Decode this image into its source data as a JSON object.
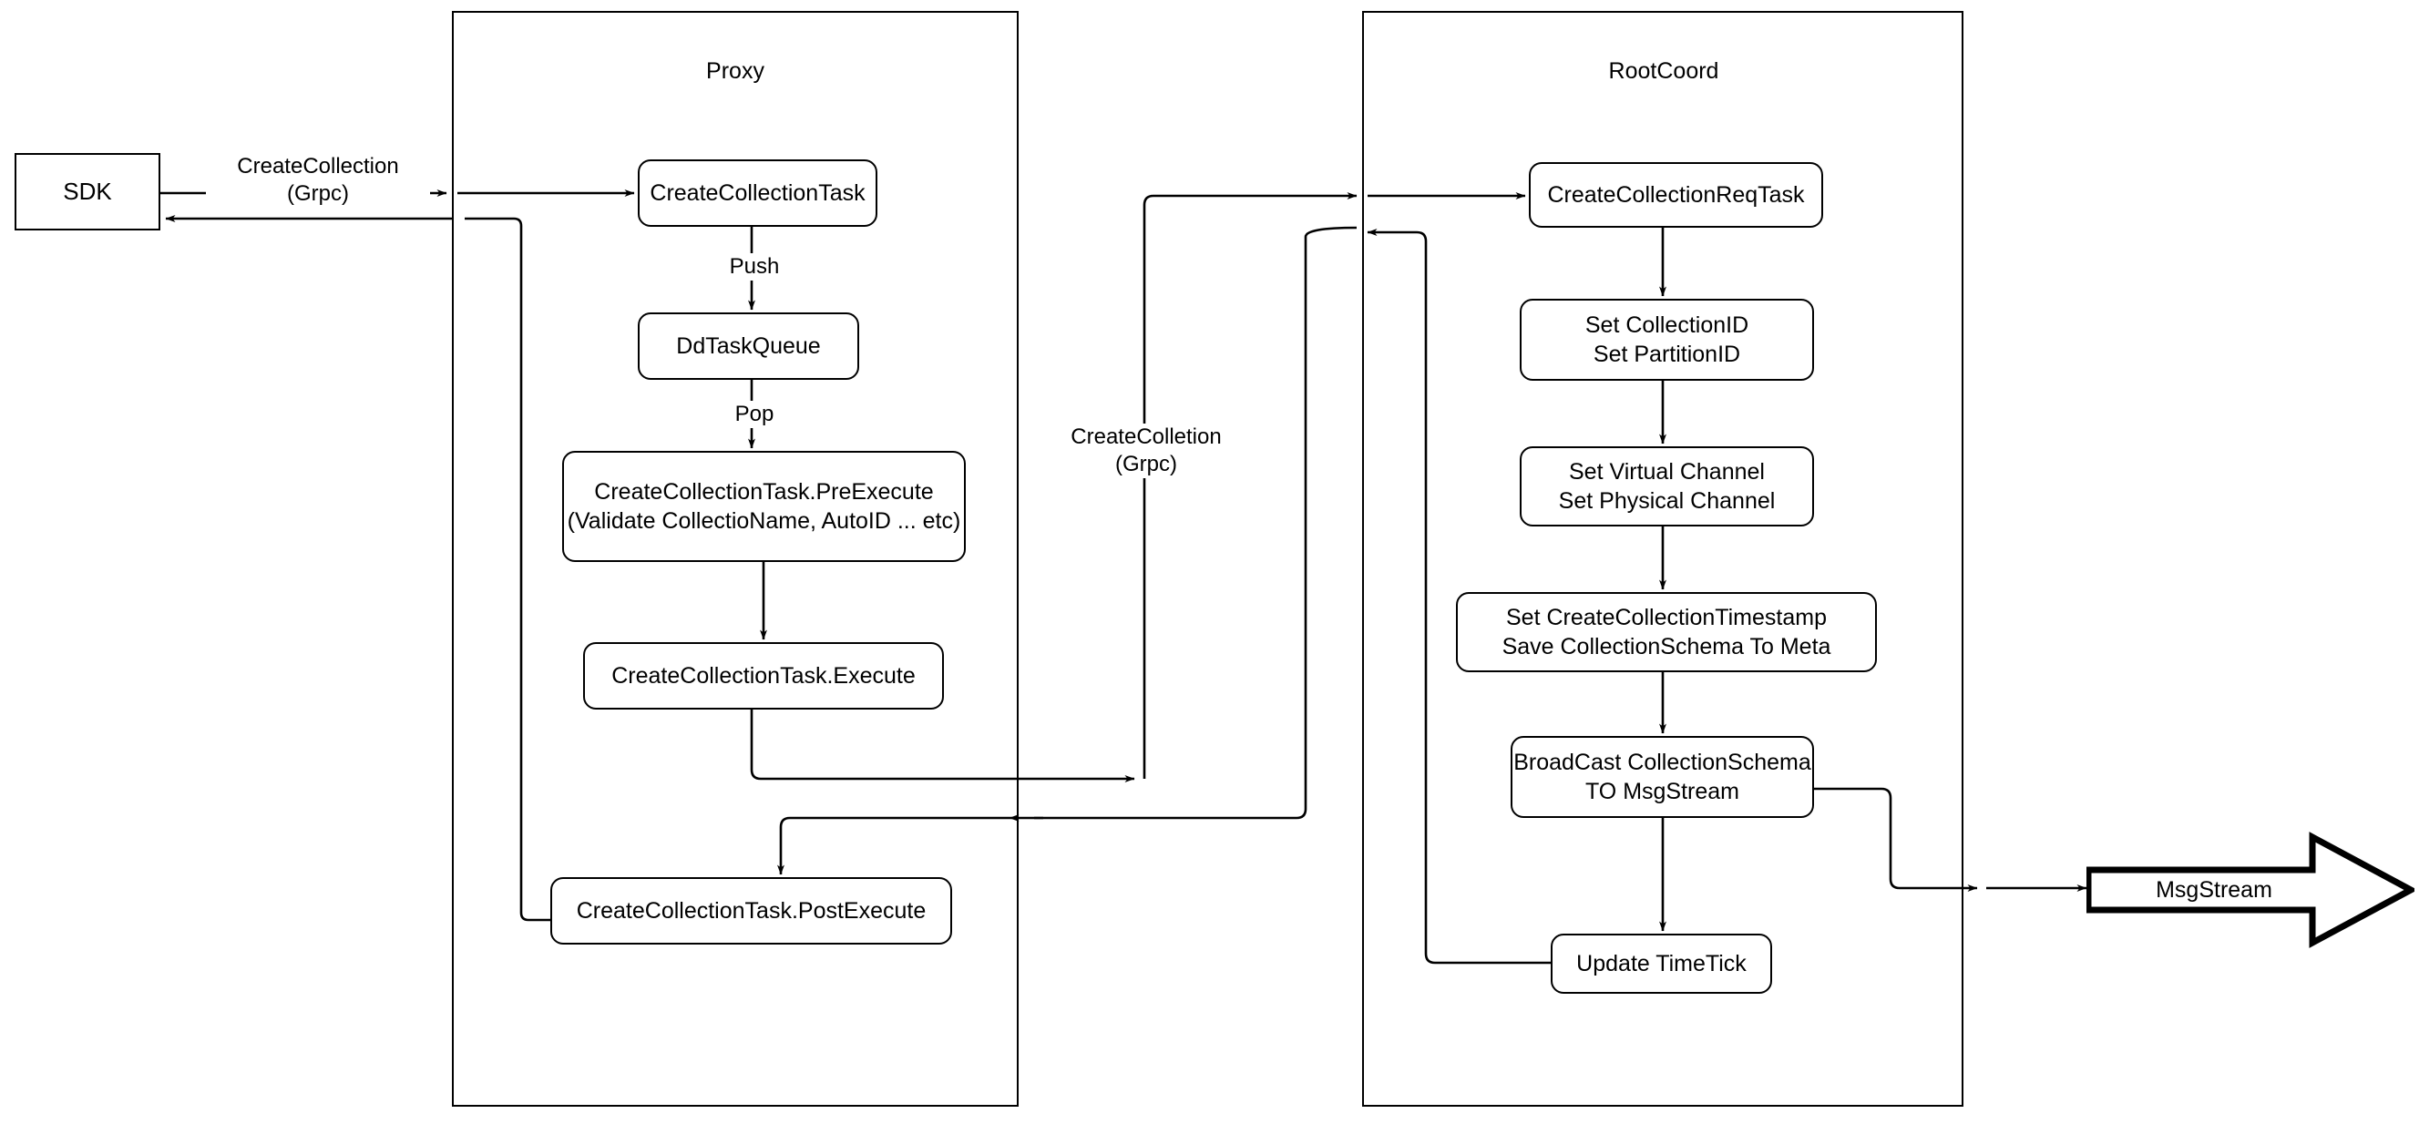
{
  "diagram": {
    "title_visible": false,
    "stroke_color": "#000000",
    "fill_color": "#ffffff",
    "type": "flowchart"
  },
  "containers": [
    {
      "name": "proxy",
      "title": "Proxy"
    },
    {
      "name": "rootcoord",
      "title": "RootCoord"
    }
  ],
  "nodes": {
    "sdk": {
      "label": "SDK",
      "shape": "rectangle"
    },
    "create_collection_task": {
      "label": "CreateCollectionTask",
      "shape": "rounded-rectangle"
    },
    "dd_task_queue": {
      "label": "DdTaskQueue",
      "shape": "rounded-rectangle"
    },
    "pre_execute": {
      "label": "CreateCollectionTask.PreExecute\n(Validate CollectioName, AutoID ... etc)",
      "shape": "rounded-rectangle"
    },
    "execute": {
      "label": "CreateCollectionTask.Execute",
      "shape": "rounded-rectangle"
    },
    "post_execute": {
      "label": "CreateCollectionTask.PostExecute",
      "shape": "rounded-rectangle"
    },
    "req_task": {
      "label": "CreateCollectionReqTask",
      "shape": "rounded-rectangle"
    },
    "set_ids": {
      "label": "Set CollectionID\nSet PartitionID",
      "shape": "rounded-rectangle"
    },
    "set_channels": {
      "label": "Set Virtual Channel\nSet Physical Channel",
      "shape": "rounded-rectangle"
    },
    "set_timestamp": {
      "label": "Set CreateCollectionTimestamp\nSave CollectionSchema To Meta",
      "shape": "rounded-rectangle"
    },
    "broadcast": {
      "label": "BroadCast CollectionSchema\nTO MsgStream",
      "shape": "rounded-rectangle"
    },
    "update_timetick": {
      "label": "Update TimeTick",
      "shape": "rounded-rectangle"
    },
    "msgstream": {
      "label": "MsgStream",
      "shape": "block-arrow-right"
    }
  },
  "edge_labels": {
    "sdk_to_proxy": "CreateCollection\n(Grpc)",
    "push": "Push",
    "pop": "Pop",
    "proxy_to_rootcoord": "CreateColletion\n(Grpc)"
  }
}
